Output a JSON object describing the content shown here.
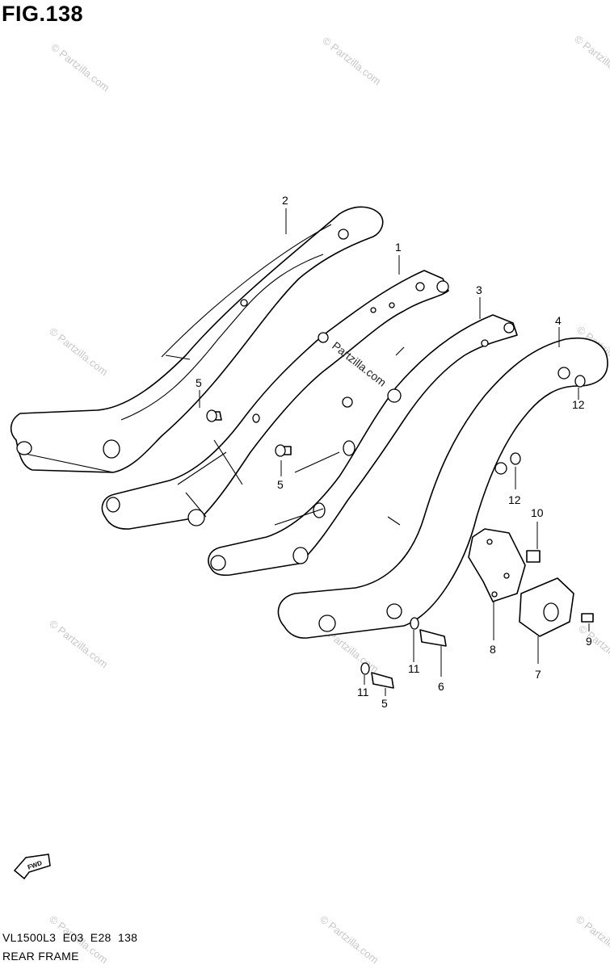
{
  "figure": {
    "title": "FIG.138",
    "model_line": "VL1500L3  E03  E28  138",
    "section_name": "REAR FRAME"
  },
  "watermark": {
    "text": "© Partzilla.com",
    "center_text": "Partzilla.com"
  },
  "fwd_label": "FWD",
  "callouts": [
    "1",
    "2",
    "3",
    "4",
    "5",
    "5",
    "5",
    "6",
    "7",
    "8",
    "9",
    "10",
    "11",
    "11",
    "12",
    "12"
  ]
}
